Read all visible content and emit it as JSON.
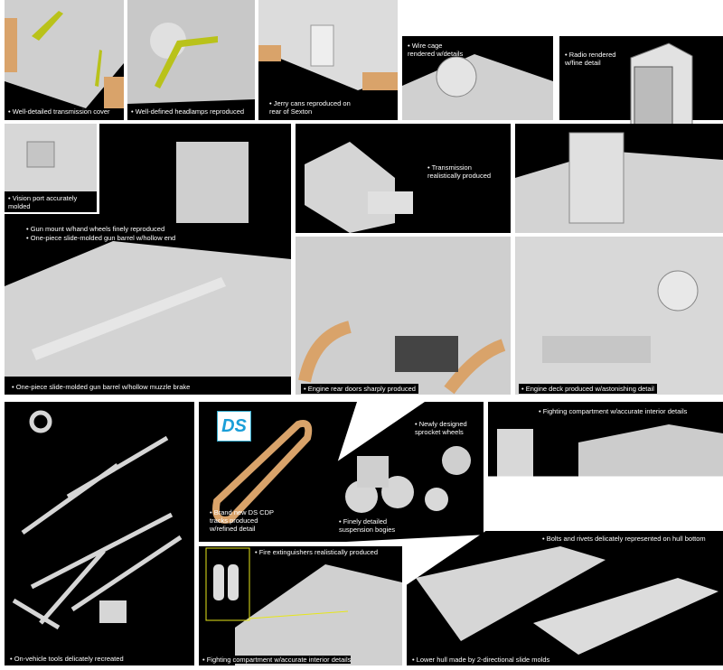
{
  "captions": {
    "transmission_cover": "Well-detailed transmission cover",
    "headlamps": "Well-defined headlamps reproduced",
    "jerry_cans": "Jerry cans reproduced on\nrear of Sexton",
    "wire_cage": "Wire cage\nrendered w/details",
    "radio": "Radio rendered\nw/fine detail",
    "vision_port": "Vision port accurately\nmolded",
    "gun_mount": "Gun mount w/hand wheels finely reproduced",
    "gun_barrel_hollow_end": "One-piece slide-molded gun barrel w/hollow end",
    "transmission": "Transmission\nrealistically produced",
    "gun_barrel_muzzle": "One-piece slide-molded gun barrel w/hollow muzzle brake",
    "engine_doors": "Engine rear doors sharply produced",
    "engine_deck": "Engine deck produced w/astonishing detail",
    "tools": "On-vehicle tools delicately recreated",
    "tracks": "Brand new DS CDP\ntracks produced\nw/refined detail",
    "sprocket": "Newly designed\nsprocket wheels",
    "bogies": "Finely detailed\nsuspension bogies",
    "fighting_compartment_top": "Fighting compartment w/accurate interior details",
    "fire_extinguishers": "Fire extinguishers realistically produced",
    "fighting_compartment_bottom": "Fighting compartment w/accurate interior details",
    "bolts": "Bolts and rivets delicately represented on hull bottom",
    "lower_hull": "Lower hull made by 2-directional slide molds"
  },
  "logo": "DS",
  "colors": {
    "panel": "#000000",
    "model": "#d6d6d6",
    "track": "#d9a36a",
    "highlight": "#b9c21a",
    "callout": "#e6e61a"
  }
}
